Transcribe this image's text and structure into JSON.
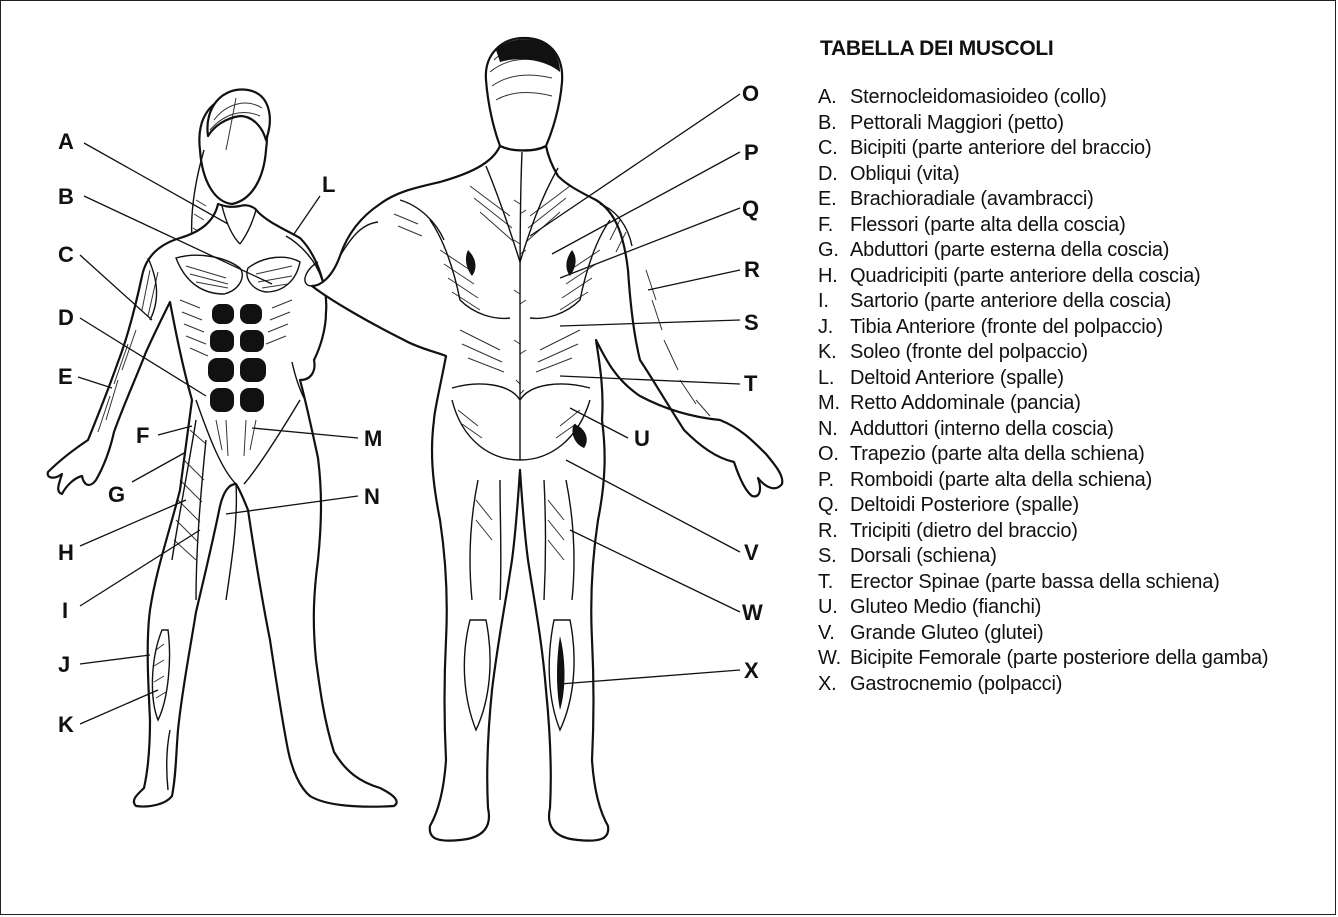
{
  "legend": {
    "title": "TABELLA DEI MUSCOLI",
    "items": [
      {
        "key": "A.",
        "text": "Sternocleidomasioideo (collo)"
      },
      {
        "key": "B.",
        "text": "Pettorali Maggiori (petto)"
      },
      {
        "key": "C.",
        "text": "Bicipiti (parte anteriore del braccio)"
      },
      {
        "key": "D.",
        "text": "Obliqui (vita)"
      },
      {
        "key": "E.",
        "text": "Brachioradiale (avambracci)"
      },
      {
        "key": "F.",
        "text": "Flessori (parte alta della coscia)"
      },
      {
        "key": "G.",
        "text": "Abduttori (parte esterna della coscia)"
      },
      {
        "key": "H.",
        "text": "Quadricipiti (parte anteriore della coscia)"
      },
      {
        "key": "I.",
        "text": "Sartorio (parte anteriore della coscia)"
      },
      {
        "key": "J.",
        "text": "Tibia Anteriore (fronte del polpaccio)"
      },
      {
        "key": "K.",
        "text": "Soleo (fronte del polpaccio)"
      },
      {
        "key": "L.",
        "text": "Deltoid Anteriore (spalle)"
      },
      {
        "key": "M.",
        "text": "Retto Addominale (pancia)"
      },
      {
        "key": "N.",
        "text": "Adduttori (interno della coscia)"
      },
      {
        "key": "O.",
        "text": "Trapezio (parte alta della schiena)"
      },
      {
        "key": "P.",
        "text": "Romboidi (parte alta della schiena)"
      },
      {
        "key": "Q.",
        "text": "Deltoidi Posteriore (spalle)"
      },
      {
        "key": "R.",
        "text": "Tricipiti (dietro del braccio)"
      },
      {
        "key": "S.",
        "text": "Dorsali (schiena)"
      },
      {
        "key": "T.",
        "text": "Erector Spinae (parte bassa della schiena)"
      },
      {
        "key": "U.",
        "text": "Gluteo Medio (fianchi)"
      },
      {
        "key": "V.",
        "text": "Grande Gluteo (glutei)"
      },
      {
        "key": "W.",
        "text": "Bicipite Femorale (parte posteriore della gamba)"
      },
      {
        "key": "X.",
        "text": "Gastrocnemio (polpacci)"
      }
    ]
  },
  "diagram": {
    "front_labels": [
      "A",
      "B",
      "C",
      "D",
      "E",
      "F",
      "G",
      "H",
      "I",
      "J",
      "K",
      "L",
      "M",
      "N"
    ],
    "back_labels": [
      "O",
      "P",
      "Q",
      "R",
      "S",
      "T",
      "U",
      "V",
      "W",
      "X"
    ]
  }
}
